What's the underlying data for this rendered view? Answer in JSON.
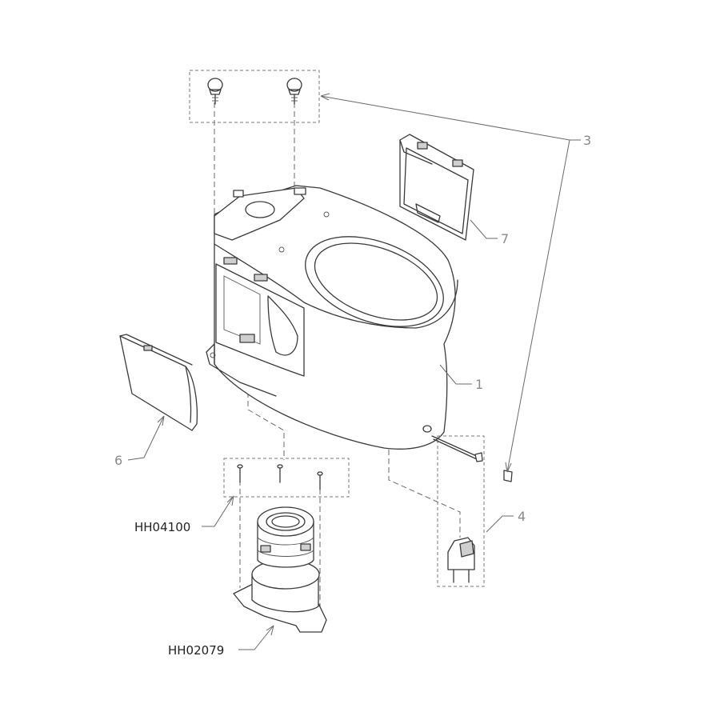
{
  "callouts": {
    "c1": "1",
    "c3": "3",
    "c4": "4",
    "c6": "6",
    "c7": "7"
  },
  "part_numbers": {
    "screws": "HH04100",
    "flange": "HH02079"
  },
  "icons": {
    "bowl": "toilet-bowl-icon",
    "bolt_caps": "bolt-cap-icon",
    "side_panel": "side-cover-panel-icon",
    "rear_panel": "rear-cover-panel-icon",
    "bracket": "mounting-bracket-icon",
    "flange": "floor-flange-icon"
  }
}
